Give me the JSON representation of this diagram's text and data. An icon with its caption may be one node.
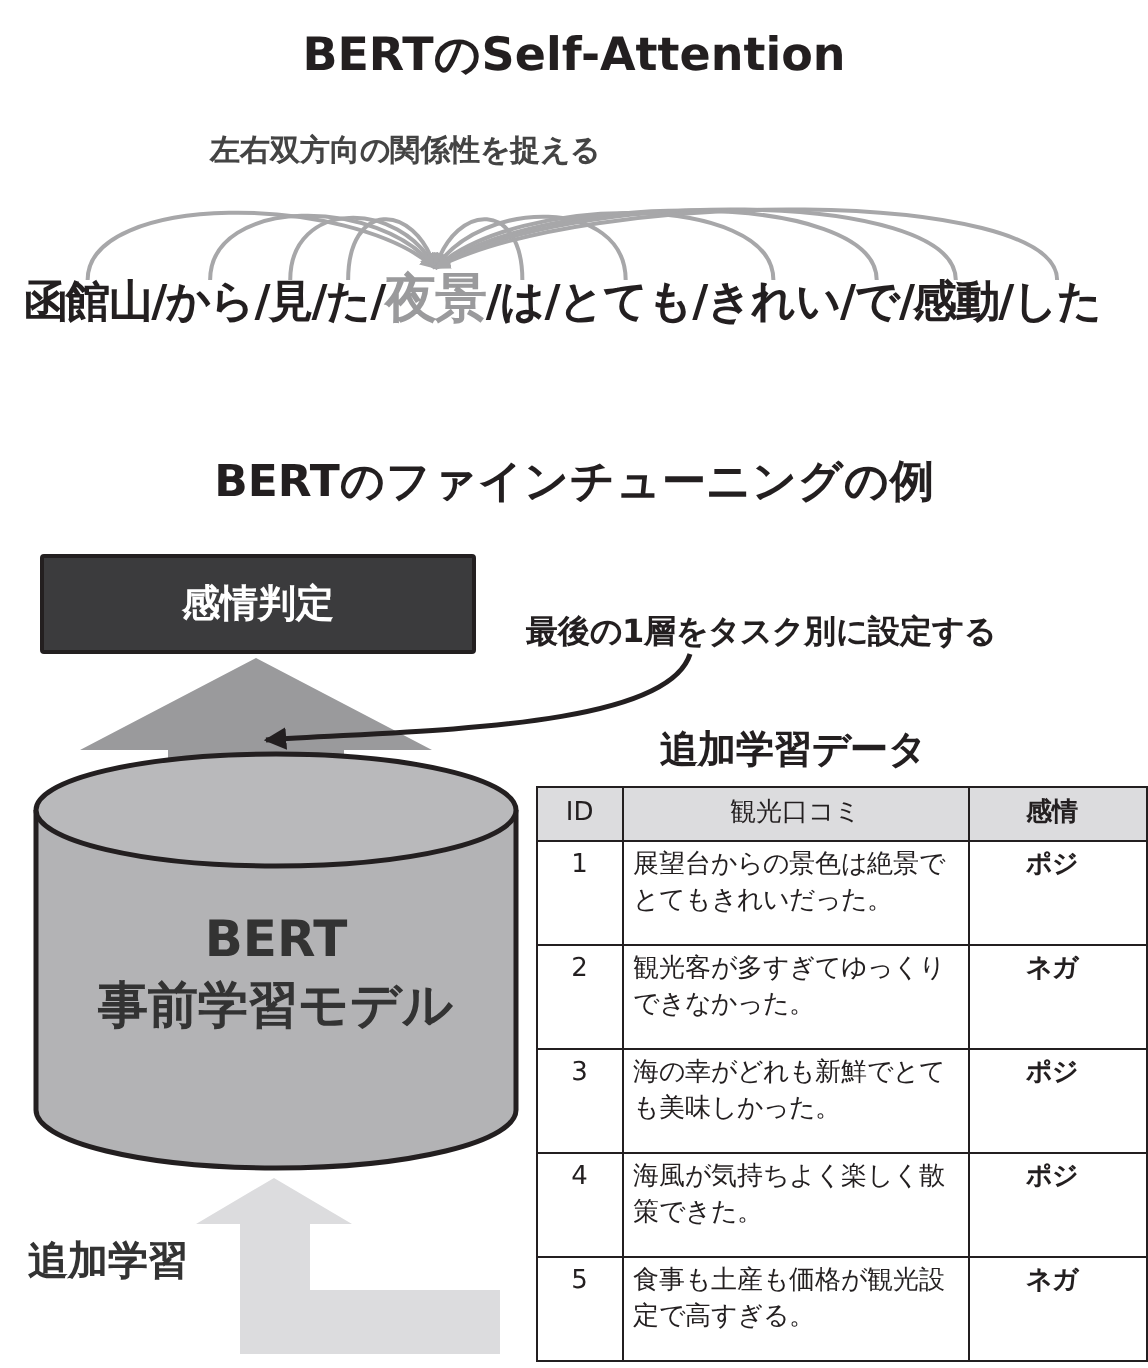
{
  "diagram": {
    "title": "BERTのSelf-Attention",
    "nodes": [
      {
        "text": [
          "函館山"
        ]
      },
      {
        "text": [
          "から"
        ]
      },
      {
        "text": [
          "見"
        ]
      },
      {
        "text": [
          "た"
        ]
      },
      {
        "text": [
          "夜景"
        ]
      },
      {
        "text": [
          "は"
        ]
      },
      {
        "text": [
          "とても"
        ]
      },
      {
        "text": [
          "きれい"
        ]
      },
      {
        "text": [
          "で"
        ]
      },
      {
        "text": [
          "感動"
        ]
      },
      {
        "text": [
          "した"
        ]
      },
      {
        "text": [
          "感情判定"
        ]
      },
      {
        "text": [
          "BERT 事前学習モデル"
        ]
      },
      {
        "text": [
          "最後の1層をタスク別に設定する"
        ]
      }
    ],
    "edges": [
      {
        "from": 0,
        "to": 4,
        "arrow": "to"
      },
      {
        "from": 1,
        "to": 4,
        "arrow": "to"
      },
      {
        "from": 2,
        "to": 4,
        "arrow": "to"
      },
      {
        "from": 3,
        "to": 4,
        "arrow": "to"
      },
      {
        "from": 5,
        "to": 4,
        "arrow": "to"
      },
      {
        "from": 6,
        "to": 4,
        "arrow": "to"
      },
      {
        "from": 7,
        "to": 4,
        "arrow": "to"
      },
      {
        "from": 8,
        "to": 4,
        "arrow": "to"
      },
      {
        "from": 9,
        "to": 4,
        "arrow": "to"
      },
      {
        "from": 10,
        "to": 4,
        "arrow": "to"
      },
      {
        "from": 12,
        "to": 11,
        "arrow": "to",
        "style": "thick",
        "color": "#9a9a9c"
      },
      {
        "from": 13,
        "to": 12,
        "arrow": "to",
        "color": "#231f20"
      },
      {
        "from": null,
        "to": 12,
        "arrow": "to",
        "style": "thick",
        "color": "#dcdcde",
        "label": "追加学習"
      }
    ],
    "labels": [
      "左右双方向の関係性を捉える",
      "/",
      "/",
      "/",
      "/",
      "/",
      "/",
      "/",
      "/",
      "/",
      "/",
      "BERTのファインチューニングの例",
      "追加学習データ",
      "ID",
      "観光口コミ",
      "感情",
      "1",
      "展望台からの景色は絶景でとてもきれいだった。",
      "ポジ",
      "2",
      "観光客が多すぎてゆっくりできなかった。",
      "ネガ",
      "3",
      "海の幸がどれも新鮮でとても美味しかった。",
      "ポジ",
      "4",
      "海風が気持ちよく楽しく散策できた。",
      "ポジ",
      "5",
      "食事も土産も価格が観光設定で高すぎる。",
      "ネガ"
    ]
  }
}
